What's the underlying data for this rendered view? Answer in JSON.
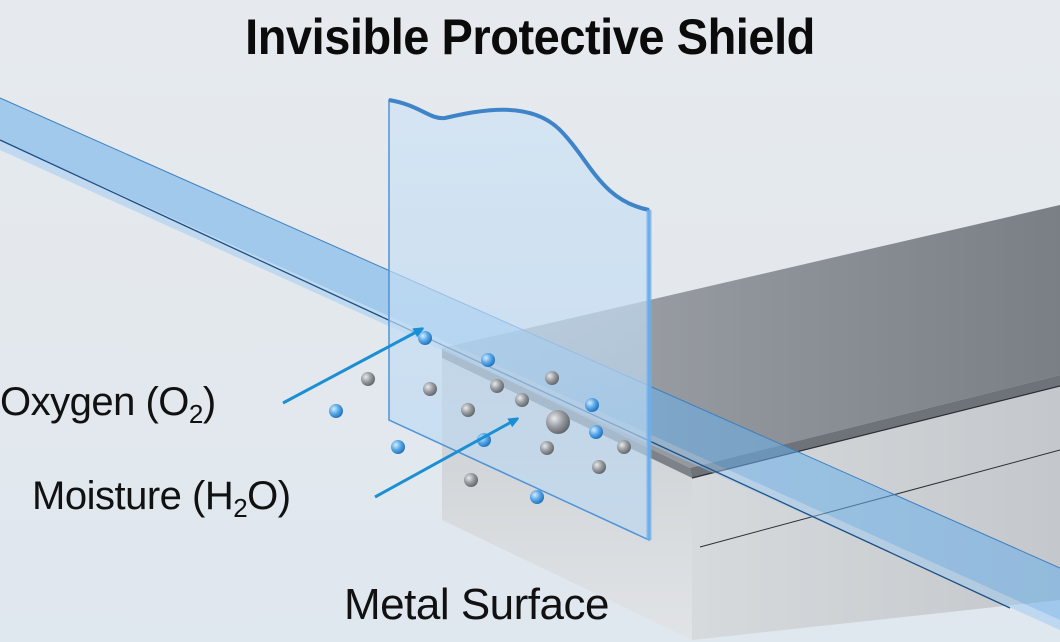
{
  "diagram": {
    "title": "Invisible Protective Shield",
    "labels": {
      "oxygen": {
        "text": "Oxygen (O",
        "sub": "2",
        "tail": ")"
      },
      "moisture": {
        "text": "Moisture (H",
        "sub": "2",
        "tail": "O)"
      },
      "metal": "Metal Surface"
    },
    "elements": {
      "shield": "transparent protective film (vertical glass-like panel)",
      "coating_band": "thin blue coating layer",
      "metal_block": "gray metal slab",
      "molecules": [
        "gray oxygen molecules",
        "blue water droplets"
      ],
      "arrows": [
        "oxygen arrow",
        "moisture arrow"
      ]
    },
    "colors": {
      "background": "#e4e9ee",
      "shield_blue": "#9cc6ee",
      "band_blue": "#6aaeea",
      "arrow_blue": "#1b8fd3",
      "metal_gray": "#8e9399",
      "text": "#111111"
    }
  }
}
